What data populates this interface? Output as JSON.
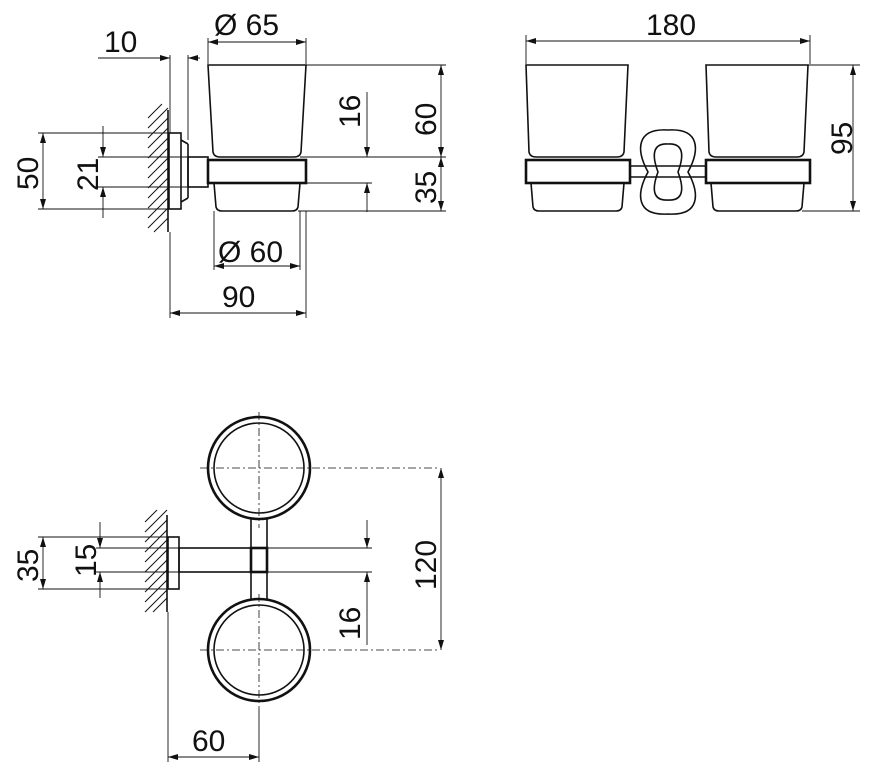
{
  "side_view": {
    "wall_offset": "10",
    "cup_top_diameter": "Ø 65",
    "cup_bottom_diameter": "Ø 60",
    "flange_height": "50",
    "rod_height": "21",
    "cup_upper_height": "16",
    "cup_height": "60",
    "ring_height": "35",
    "depth": "90"
  },
  "front_view": {
    "width": "180",
    "height": "95"
  },
  "plan_view": {
    "flange_width": "35",
    "rod_width": "15",
    "centers_distance": "120",
    "ring_width": "16",
    "depth": "60"
  }
}
